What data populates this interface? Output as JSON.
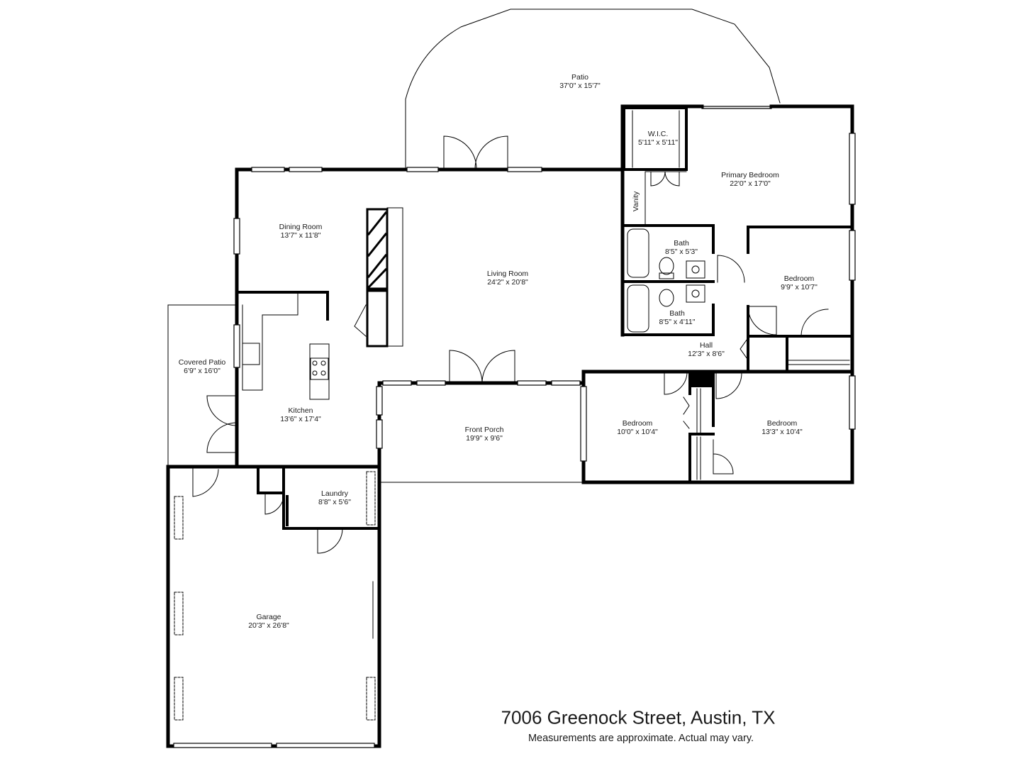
{
  "title": {
    "address": "7006 Greenock Street, Austin, TX",
    "note": "Measurements are approximate.  Actual may vary."
  },
  "rooms": {
    "patio": {
      "name": "Patio",
      "dims": "37'0\" x 15'7\""
    },
    "wic": {
      "name": "W.I.C.",
      "dims": "5'11\" x 5'11\""
    },
    "primary_bedroom": {
      "name": "Primary Bedroom",
      "dims": "22'0\" x 17'0\""
    },
    "vanity": {
      "name": "Vanity"
    },
    "dining_room": {
      "name": "Dining Room",
      "dims": "13'7\" x 11'8\""
    },
    "living_room": {
      "name": "Living Room",
      "dims": "24'2\" x 20'8\""
    },
    "bath_1": {
      "name": "Bath",
      "dims": "8'5\" x 5'3\""
    },
    "bath_2": {
      "name": "Bath",
      "dims": "8'5\" x 4'11\""
    },
    "bedroom_east": {
      "name": "Bedroom",
      "dims": "9'9\" x 10'7\""
    },
    "hall": {
      "name": "Hall",
      "dims": "12'3\" x 8'6\""
    },
    "covered_patio": {
      "name": "Covered Patio",
      "dims": "6'9\" x 16'0\""
    },
    "kitchen": {
      "name": "Kitchen",
      "dims": "13'6\" x 17'4\""
    },
    "front_porch": {
      "name": "Front Porch",
      "dims": "19'9\" x 9'6\""
    },
    "bedroom_mid": {
      "name": "Bedroom",
      "dims": "10'0\" x 10'4\""
    },
    "bedroom_se": {
      "name": "Bedroom",
      "dims": "13'3\" x 10'4\""
    },
    "laundry": {
      "name": "Laundry",
      "dims": "8'8\" x 5'6\""
    },
    "garage": {
      "name": "Garage",
      "dims": "20'3\" x 26'8\""
    }
  }
}
